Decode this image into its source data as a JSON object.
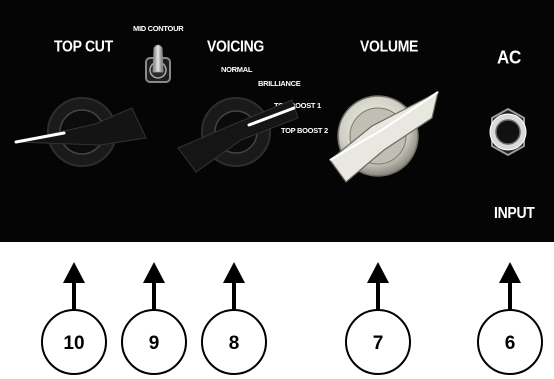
{
  "panel": {
    "top_cut_label": "TOP CUT",
    "mid_contour_label": "MID CONTOUR",
    "voicing_label": "VOICING",
    "voicing_options": [
      "NORMAL",
      "BRILLIANCE",
      "TOP BOOST 1",
      "TOP BOOST 2"
    ],
    "volume_label": "VOLUME",
    "ac_label": "AC",
    "input_label": "INPUT"
  },
  "callouts": [
    "10",
    "9",
    "8",
    "7",
    "6"
  ]
}
